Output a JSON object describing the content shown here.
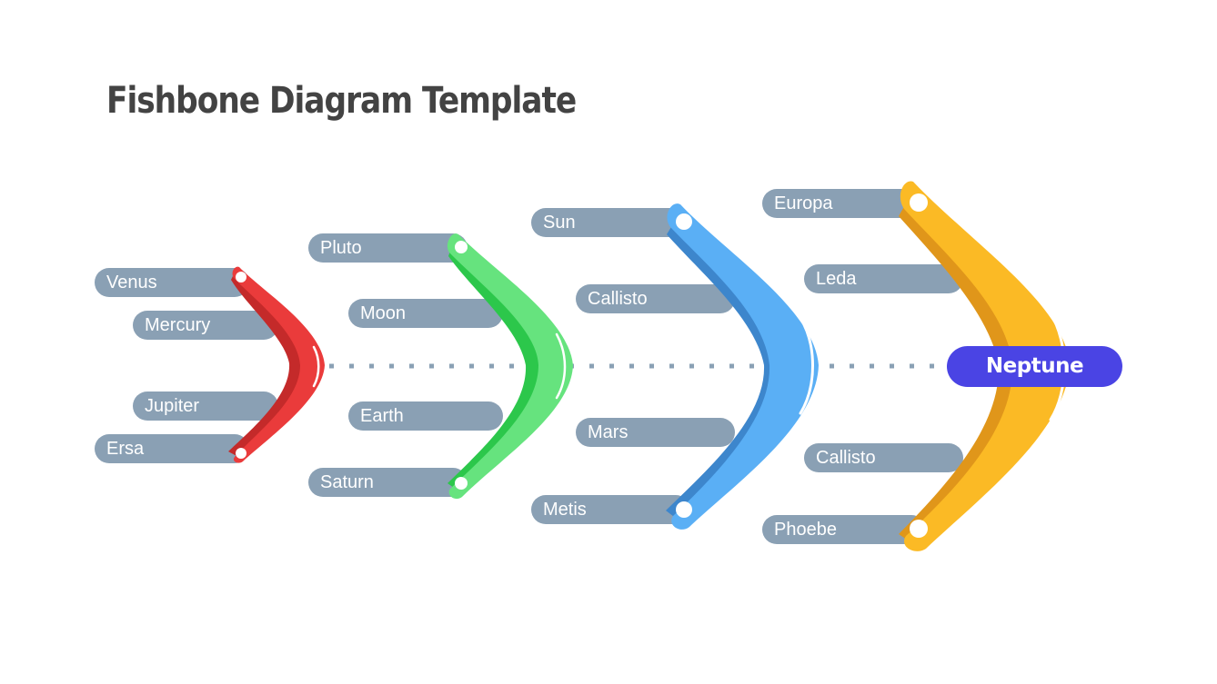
{
  "title": "Fishbone Diagram Template",
  "head": {
    "label": "Neptune",
    "color": "#4a44e4"
  },
  "bones": [
    {
      "color": "#ea3b3b",
      "labels": [
        "Venus",
        "Mercury",
        "Jupiter",
        "Ersa"
      ]
    },
    {
      "color": "#66e37e",
      "labels": [
        "Pluto",
        "Moon",
        "Earth",
        "Saturn"
      ]
    },
    {
      "color": "#5aaff5",
      "labels": [
        "Sun",
        "Callisto",
        "Mars",
        "Metis"
      ]
    },
    {
      "color": "#fbba25",
      "labels": [
        "Europa",
        "Leda",
        "Callisto",
        "Phoebe"
      ]
    }
  ],
  "spine_color": "#8aa0b4",
  "label_color": "#8aa0b4"
}
